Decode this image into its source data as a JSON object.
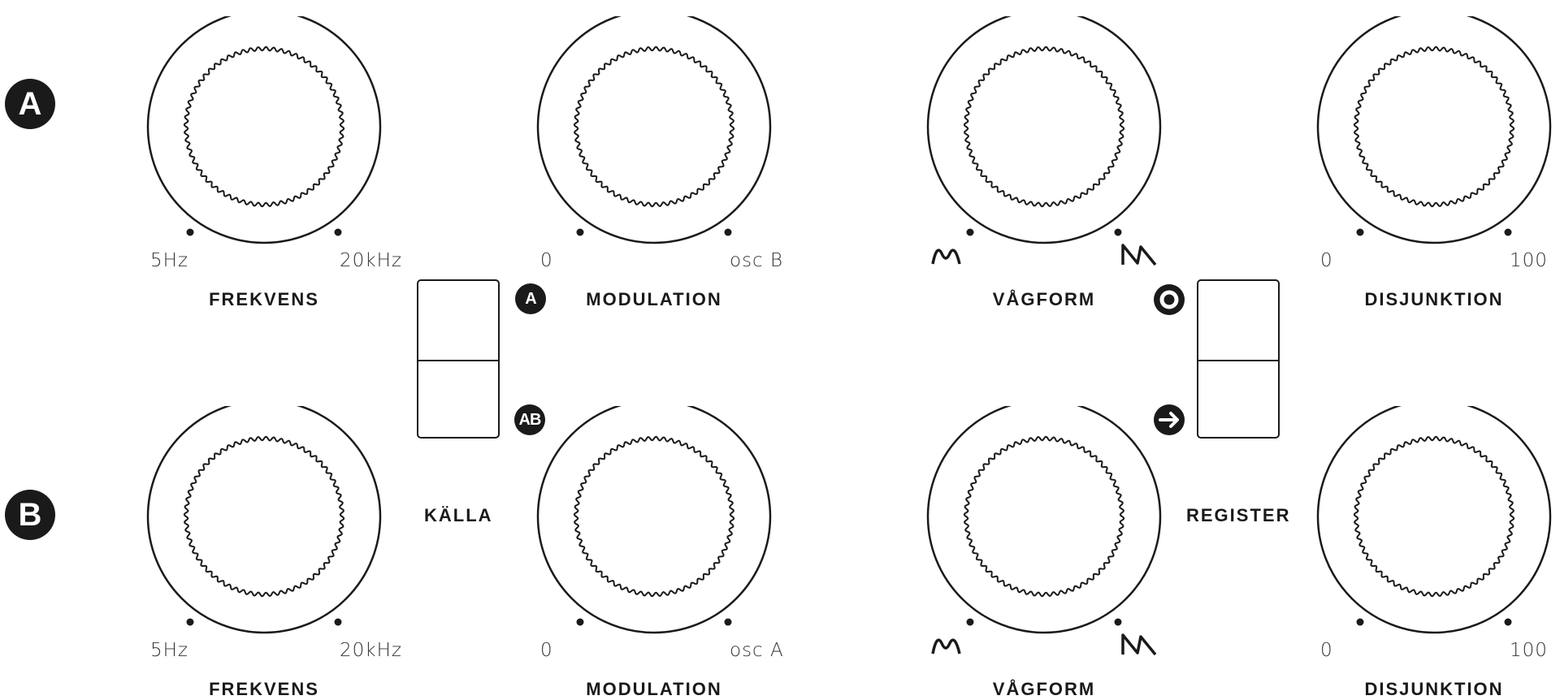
{
  "oscillators": [
    {
      "badge": "A",
      "frequency": {
        "title": "FREKVENS",
        "min_label": "5Hz",
        "max_label": "20kHz"
      },
      "modulation": {
        "title": "MODULATION",
        "min_label": "0",
        "max_label": "osc B"
      },
      "waveform": {
        "title": "VÅGFORM",
        "min_icon": "sine-wave-icon",
        "max_icon": "sawtooth-wave-icon"
      },
      "disjunction": {
        "title": "DISJUNKTION",
        "min_label": "0",
        "max_label": "100"
      }
    },
    {
      "badge": "B",
      "frequency": {
        "title": "FREKVENS",
        "min_label": "5Hz",
        "max_label": "20kHz"
      },
      "modulation": {
        "title": "MODULATION",
        "min_label": "0",
        "max_label": "osc A"
      },
      "waveform": {
        "title": "VÅGFORM",
        "min_icon": "sine-wave-icon",
        "max_icon": "sawtooth-wave-icon"
      },
      "disjunction": {
        "title": "DISJUNKTION",
        "min_label": "0",
        "max_label": "100"
      }
    }
  ],
  "source_switch": {
    "label": "KÄLLA",
    "option_top": "A",
    "option_bottom": "AB"
  },
  "register_switch": {
    "label": "REGISTER",
    "option_top_icon": "loop-icon",
    "option_bottom_icon": "arrow-right-icon"
  },
  "colors": {
    "ink": "#1a1a1a",
    "background": "#ffffff"
  }
}
